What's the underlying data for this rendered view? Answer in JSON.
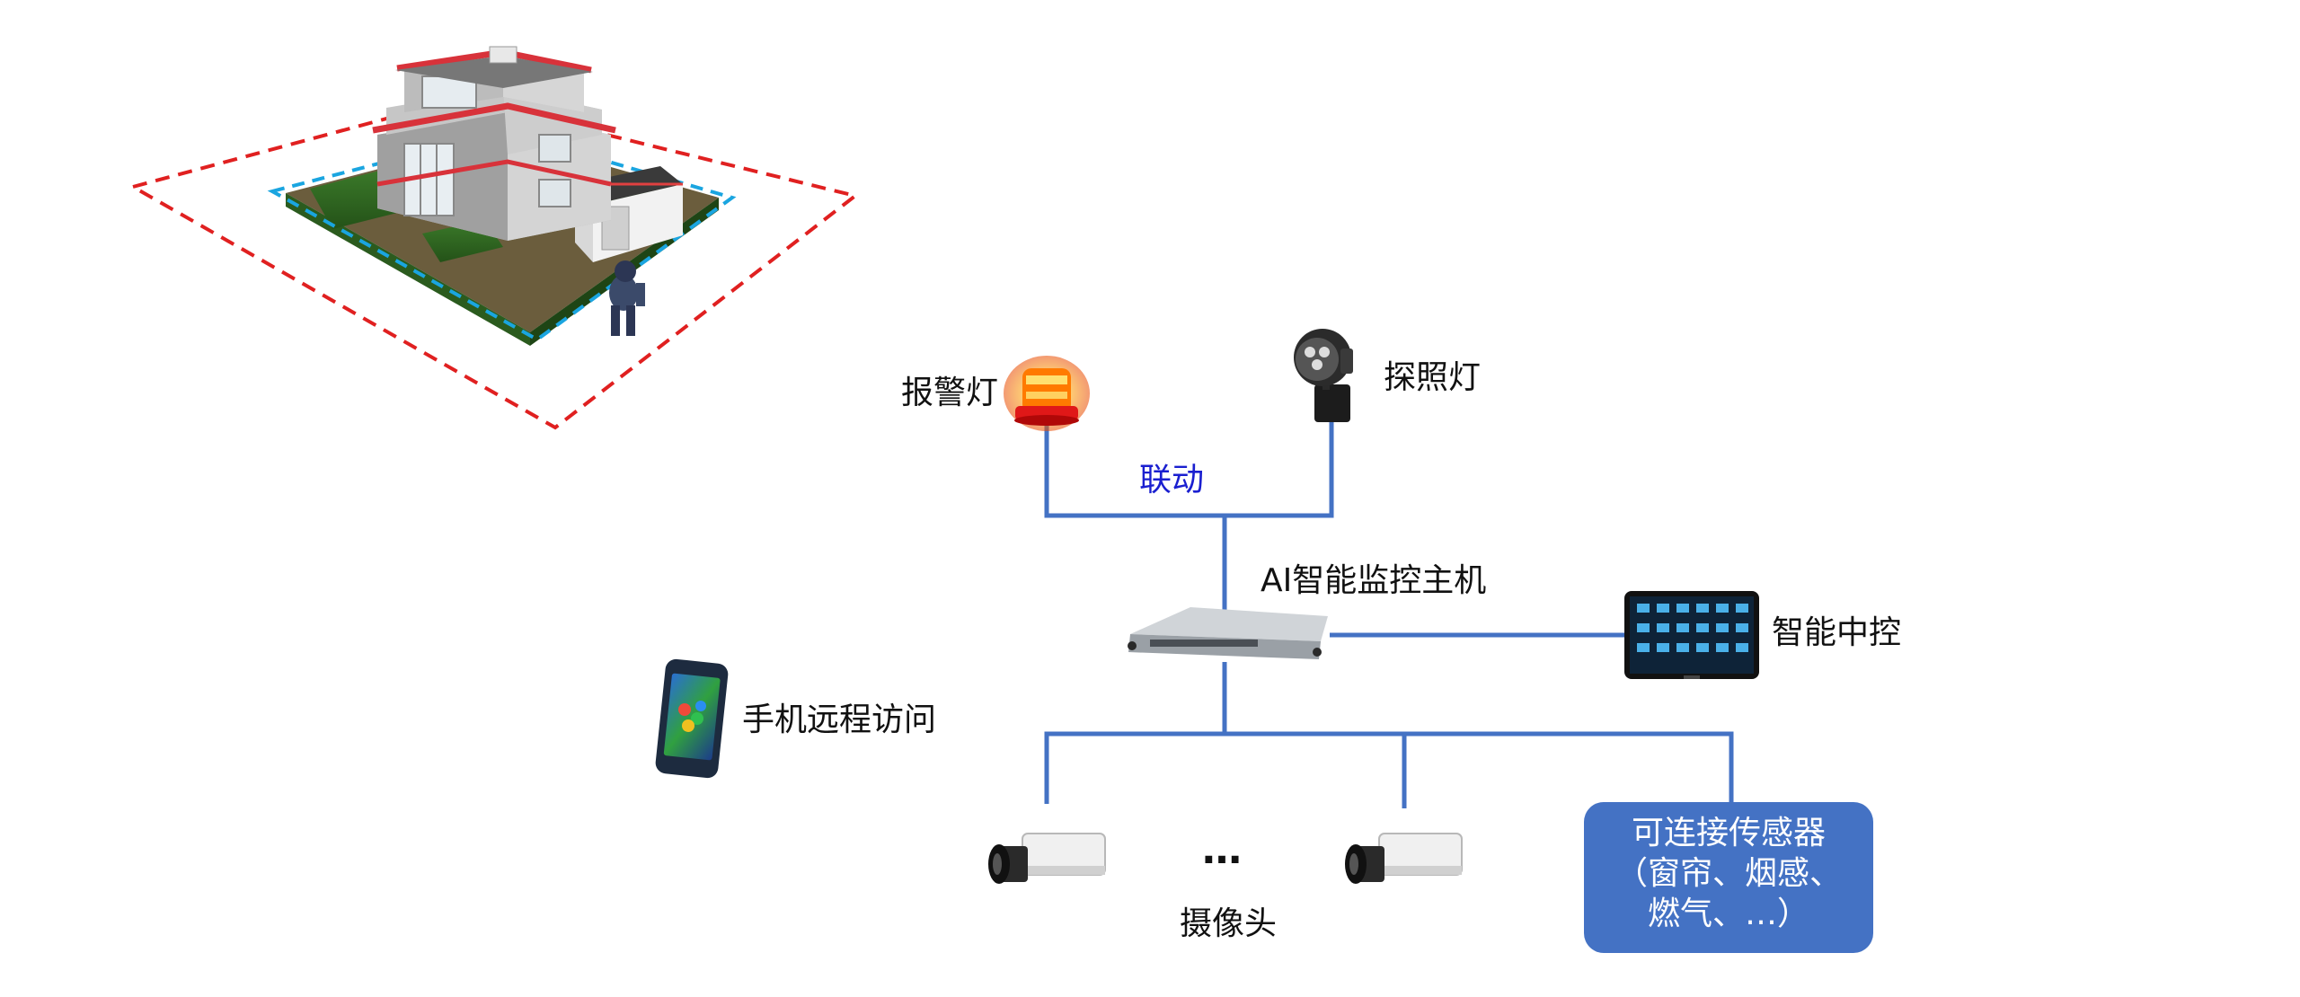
{
  "labels": {
    "alarm_light": "报警灯",
    "search_light": "探照灯",
    "linkage": "联动",
    "ai_host": "AI智能监控主机",
    "smart_control": "智能中控",
    "phone_remote": "手机远程访问",
    "ellipsis": "…",
    "camera": "摄像头"
  },
  "sensor_box": {
    "line1": "可连接传感器",
    "line2": "（窗帘、烟感、",
    "line3": "燃气、…）"
  },
  "colors": {
    "connector": "#4472c4",
    "outer_perimeter": "#e02020",
    "inner_perimeter": "#1aa5e0",
    "linkage_text": "#1a1fd0",
    "sensor_box_fill": "#4472c4"
  }
}
